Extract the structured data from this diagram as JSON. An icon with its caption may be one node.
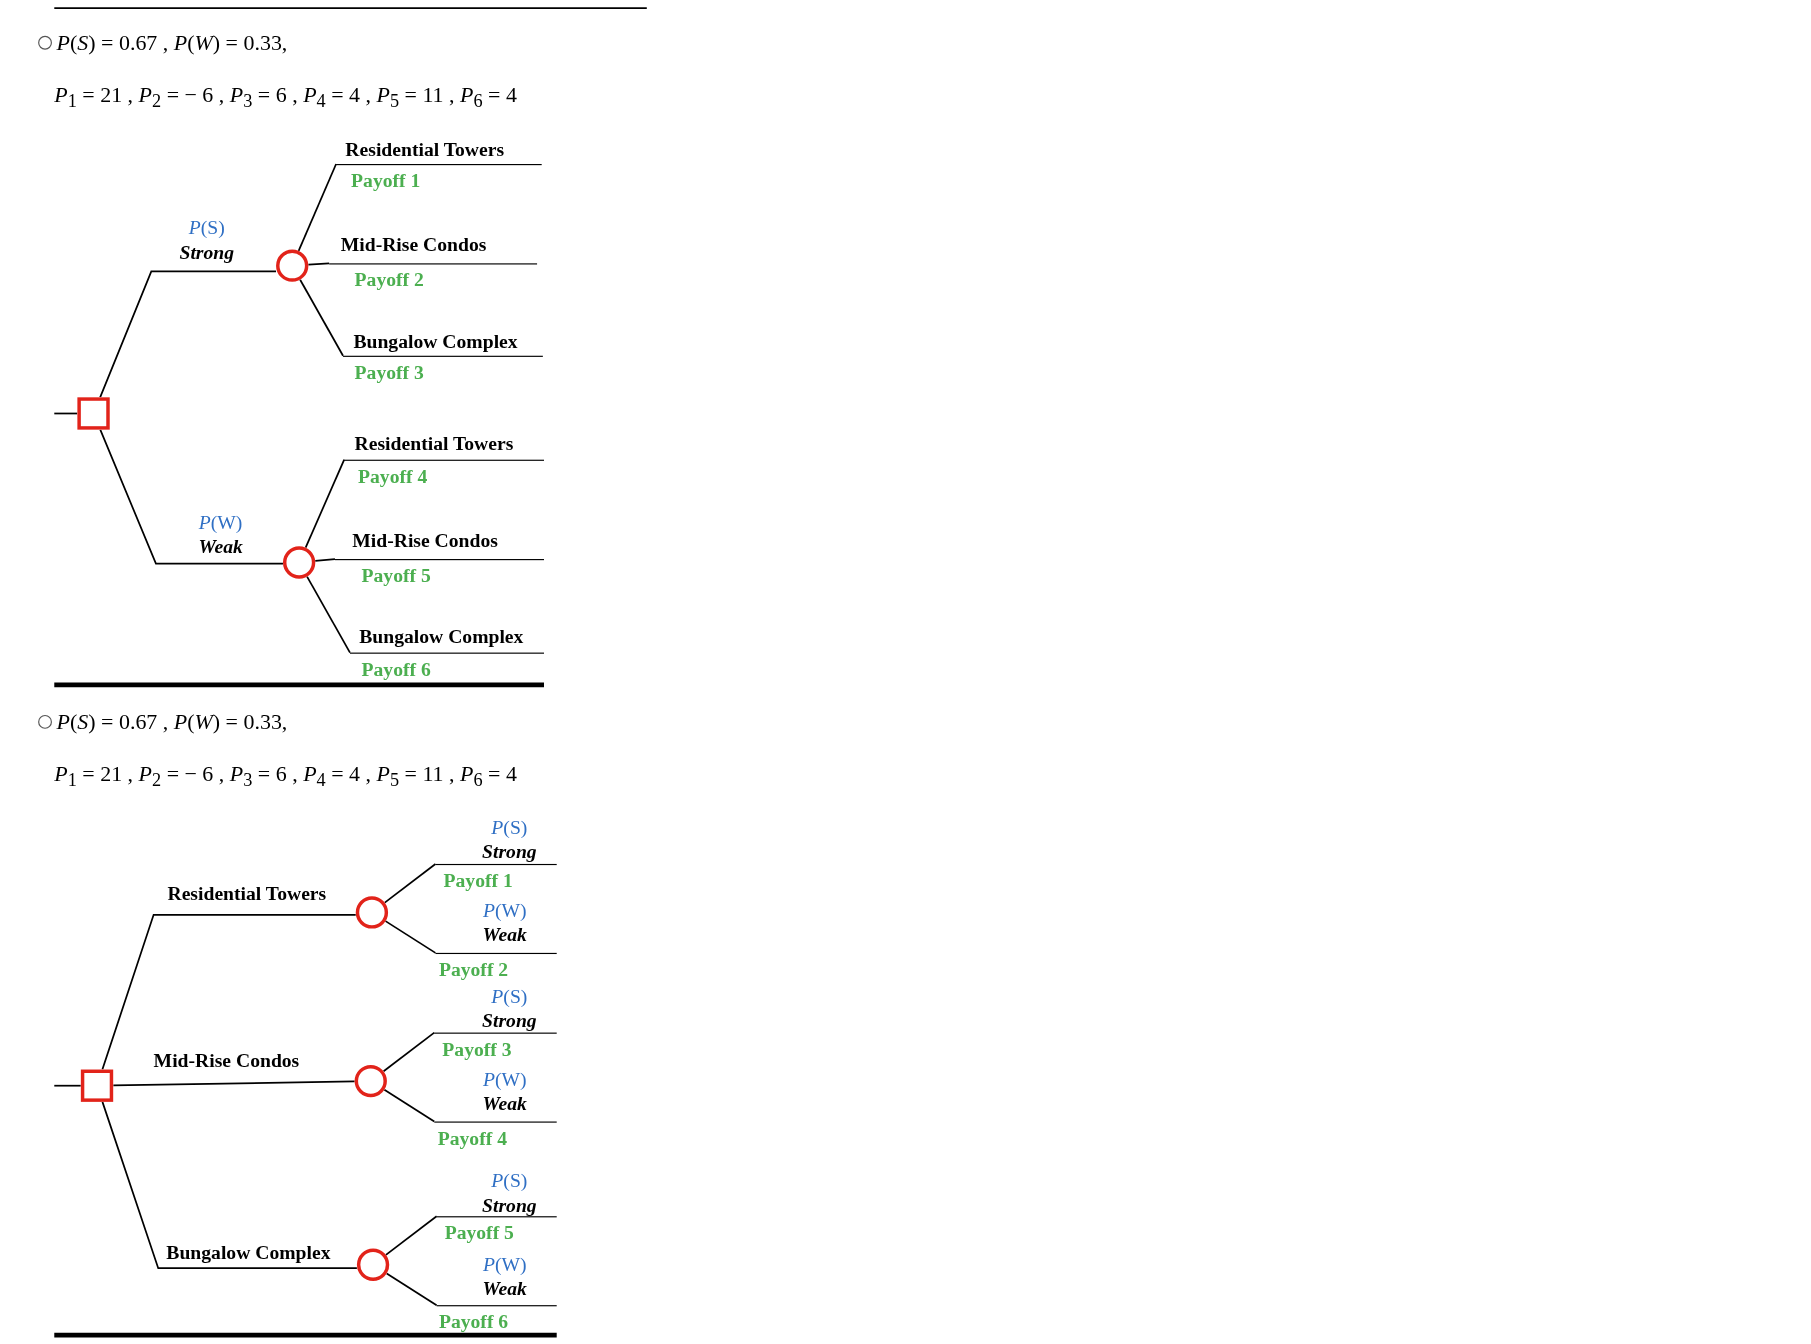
{
  "diagram": {
    "nodes": [
      {
        "text": [],
        "shape": "box"
      },
      {
        "text": [],
        "shape": "circle"
      },
      {
        "text": [],
        "shape": "circle"
      },
      {
        "text": [
          "Payoff 1"
        ]
      },
      {
        "text": [
          "Payoff 2"
        ]
      },
      {
        "text": [
          "Payoff 3"
        ]
      },
      {
        "text": [
          "Payoff 4"
        ]
      },
      {
        "text": [
          "Payoff 5"
        ]
      },
      {
        "text": [
          "Payoff 6"
        ]
      },
      {
        "text": [],
        "shape": "box"
      },
      {
        "text": [],
        "shape": "circle"
      },
      {
        "text": [],
        "shape": "circle"
      },
      {
        "text": [],
        "shape": "circle"
      },
      {
        "text": [
          "Payoff 1"
        ]
      },
      {
        "text": [
          "Payoff 2"
        ]
      },
      {
        "text": [
          "Payoff 3"
        ]
      },
      {
        "text": [
          "Payoff 4"
        ]
      },
      {
        "text": [
          "Payoff 5"
        ]
      },
      {
        "text": [
          "Payoff 6"
        ]
      }
    ],
    "edges": [
      {
        "from": null,
        "to": 0,
        "arrow": "none"
      },
      {
        "from": 0,
        "to": 1,
        "arrow": "none",
        "label": "*P*(S) **Strong**"
      },
      {
        "from": 0,
        "to": 2,
        "arrow": "none",
        "label": "*P*(W) **Weak**"
      },
      {
        "from": 1,
        "to": 3,
        "arrow": "none",
        "label": "Residential Towers"
      },
      {
        "from": 1,
        "to": 4,
        "arrow": "none",
        "label": "Mid-Rise Condos"
      },
      {
        "from": 1,
        "to": 5,
        "arrow": "none",
        "label": "Bungalow Complex"
      },
      {
        "from": 2,
        "to": 6,
        "arrow": "none",
        "label": "Residential Towers"
      },
      {
        "from": 2,
        "to": 7,
        "arrow": "none",
        "label": "Mid-Rise Condos"
      },
      {
        "from": 2,
        "to": 8,
        "arrow": "none",
        "label": "Bungalow Complex"
      },
      {
        "from": null,
        "to": 9,
        "arrow": "none"
      },
      {
        "from": 9,
        "to": 10,
        "arrow": "none",
        "label": "Residential Towers"
      },
      {
        "from": 9,
        "to": 11,
        "arrow": "none",
        "label": "Mid-Rise Condos"
      },
      {
        "from": 9,
        "to": 12,
        "arrow": "none",
        "label": "Bungalow Complex"
      },
      {
        "from": 10,
        "to": 13,
        "arrow": "none",
        "label": "*P*(S) **Strong**"
      },
      {
        "from": 10,
        "to": 14,
        "arrow": "none",
        "label": "*P*(W) **Weak**"
      },
      {
        "from": 11,
        "to": 15,
        "arrow": "none",
        "label": "*P*(S) **Strong**"
      },
      {
        "from": 11,
        "to": 16,
        "arrow": "none",
        "label": "*P*(W) **Weak**"
      },
      {
        "from": 12,
        "to": 17,
        "arrow": "none",
        "label": "*P*(S) **Strong**"
      },
      {
        "from": 12,
        "to": 18,
        "arrow": "none",
        "label": "*P*(W) **Weak**"
      }
    ],
    "labels": [
      "*P*(*S*) = 0.67 , *P*(*W*) = 0.33,",
      "*P*$_{1}$ = 21 , *P*$_{2}$ = − 6 , *P*$_{3}$ = 6 , *P*$_{4}$ = 4 , *P*$_{5}$ = 11 , *P*$_{6}$ = 4",
      "*P*(*S*) = 0.67 , *P*(*W*) = 0.33,",
      "*P*$_{1}$ = 21 , *P*$_{2}$ = − 6 , *P*$_{3}$ = 6 , *P*$_{4}$ = 4 , *P*$_{5}$ = 11 , *P*$_{6}$ = 4"
    ]
  }
}
